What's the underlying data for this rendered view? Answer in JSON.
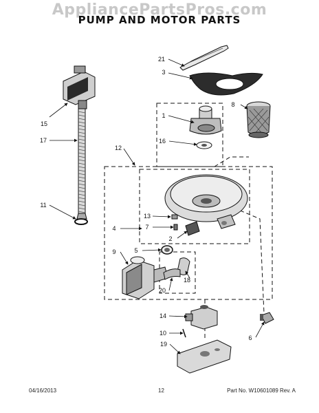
{
  "watermark": "AppliancePartsPros.com",
  "title": "PUMP AND MOTOR PARTS",
  "callouts": [
    "21",
    "3",
    "1",
    "8",
    "15",
    "16",
    "17",
    "12",
    "11",
    "13",
    "7",
    "4",
    "2",
    "5",
    "9",
    "18",
    "20",
    "14",
    "10",
    "6",
    "19"
  ],
  "footer": {
    "date": "04/16/2013",
    "page": "12",
    "part": "Part No. W10601089  Rev. A"
  }
}
